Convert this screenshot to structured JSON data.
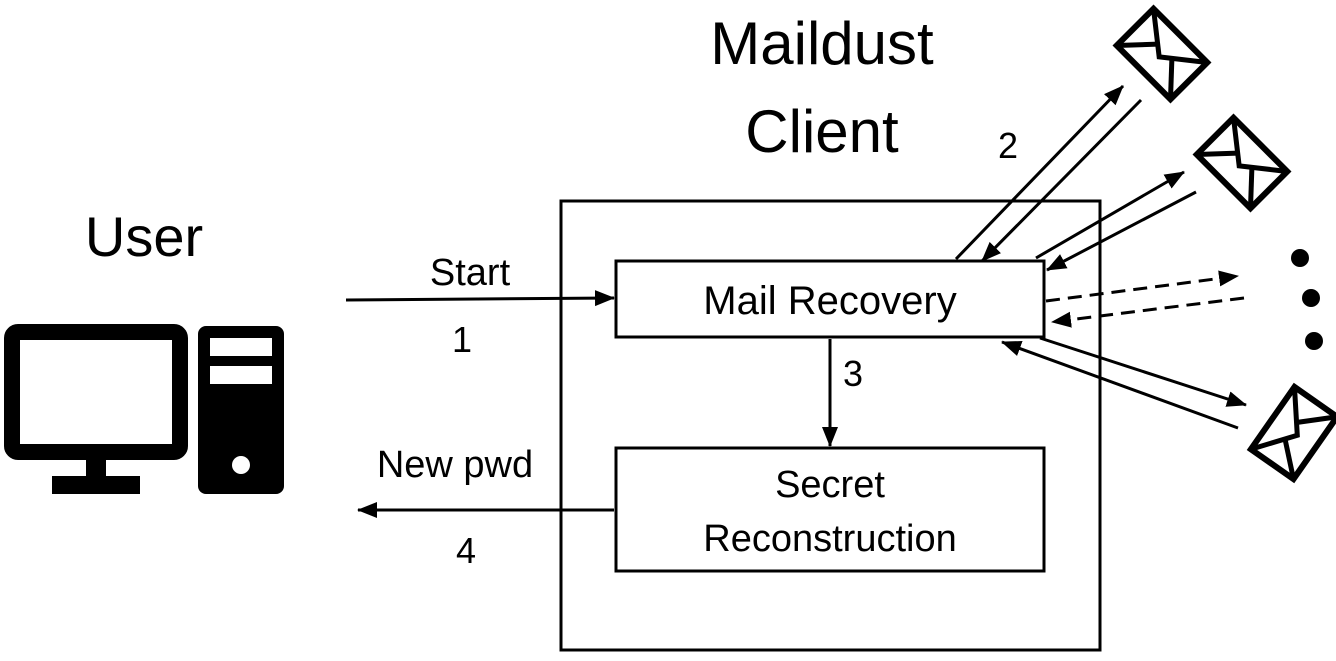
{
  "user": {
    "title": "User",
    "icon": "desktop-computer-icon"
  },
  "client": {
    "title_line1": "Maildust",
    "title_line2": "Client"
  },
  "boxes": {
    "mail_recovery": "Mail Recovery",
    "secret_line1": "Secret",
    "secret_line2": "Reconstruction"
  },
  "flows": {
    "start_label": "Start",
    "step1": "1",
    "step2": "2",
    "step3": "3",
    "step4": "4",
    "new_pwd_label": "New pwd"
  },
  "mail_icon": "envelope-icon",
  "more_indicator": "vertical-ellipsis-icon"
}
